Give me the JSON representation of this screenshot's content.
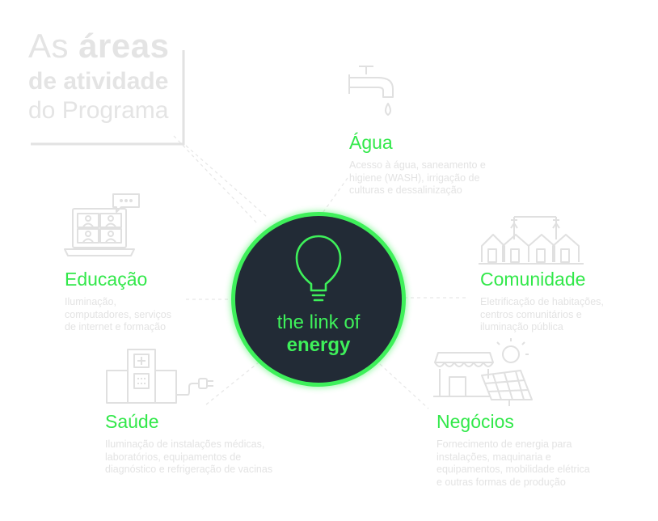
{
  "title": {
    "line1_prefix": "As",
    "line1_bold": "áreas",
    "line2": "de atividade",
    "line3": "do Programa"
  },
  "center": {
    "line1": "the link of",
    "line2": "energy"
  },
  "areas": {
    "agua": {
      "name": "Água",
      "desc": [
        "Acesso à água, saneamento e",
        "higiene (WASH), irrigação de",
        "culturas e dessalinização"
      ],
      "icon": "tap-icon"
    },
    "educacao": {
      "name": "Educação",
      "desc": [
        "Iluminação,",
        "computadores, serviços",
        "de internet e formação"
      ],
      "icon": "laptop-video-call-icon"
    },
    "comunidade": {
      "name": "Comunidade",
      "desc": [
        "Eletrificação de habitações,",
        "centros comunitários e",
        "iluminação pública"
      ],
      "icon": "houses-streetlight-icon"
    },
    "saude": {
      "name": "Saúde",
      "desc": [
        "Iluminação de instalações médicas,",
        "laboratórios, equipamentos de",
        "diagnóstico e refrigeração de vacinas"
      ],
      "icon": "hospital-plug-icon"
    },
    "negocios": {
      "name": "Negócios",
      "desc": [
        "Fornecimento de energia para",
        "instalações, maquinaria e",
        "equipamentos, mobilidade elétrica",
        "e outras formas de produção"
      ],
      "icon": "shop-solar-panel-icon"
    }
  },
  "colors": {
    "accent": "#3ef05a",
    "circle": "#222b36",
    "muted": "#e3e3e3"
  }
}
